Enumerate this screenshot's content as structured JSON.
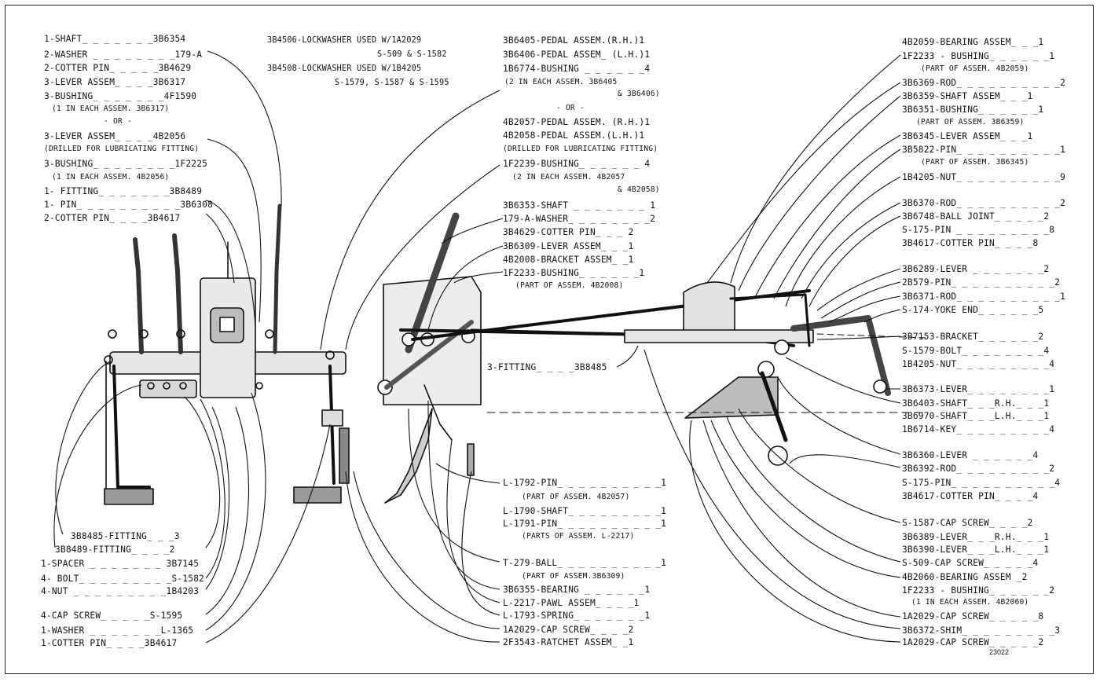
{
  "figure": {
    "number": "23022"
  },
  "notes": {
    "top_center": [
      "3B4506-LOCKWASHER USED W/1A2029",
      "S-509 & S-1582",
      "3B4508-LOCKWASHER USED W/1B4205",
      "S-1579, S-1587 & S-1595"
    ]
  },
  "callouts": {
    "left_top": [
      "1-SHAFT_ _ _ _ _ _ _3B6354",
      "2-WASHER _ _ _ _ _ _ _ _179-A",
      "2-COTTER PIN_ _ _ _ _3B4629",
      "3-LEVER ASSEM_ _ _ _3B6317",
      "3-BUSHING_ _ _ _ _ _ _4F1590",
      "(1 IN EACH ASSEM. 3B6317)",
      "- OR -",
      "3-LEVER ASSEM_ _ _ _4B2056",
      "(DRILLED FOR LUBRICATING FITTING)",
      "3-BUSHING_ _ _ _ _ _ _ _1F2225",
      "(1 IN EACH ASSEM. 4B2056)",
      "1- FITTING_ _ _ _ _ _ _3B8489",
      "1- PIN_ _ _ _ _ _ _ _ _ _3B6308",
      "2-COTTER PIN_ _ _ _3B4617"
    ],
    "left_bottom": [
      "3B8485-FITTING_ _ _3",
      "3B8489-FITTING_ _ _ _2",
      "1-SPACER _ _ _ _ _ _ _ 3B7145",
      "4- BOLT_ _ _ _ _ _ _ _ _S-1582",
      "4-NUT _ _ _ _ _ _ _ _ _1B4203",
      "4-CAP SCREW_ _ _ _ _S-1595",
      "1-WASHER _ _ _ _ _ _ _L-1365",
      "1-COTTER PIN_ _ _ _3B4617"
    ],
    "center_top": [
      "3B6405-PEDAL ASSEM.(R.H.)1",
      "3B6406-PEDAL ASSEM_ (L.H.)1",
      "1B6774-BUSHING _ _ _ _ _ _4",
      "(2 IN EACH ASSEM. 3B6405",
      "& 3B6406)",
      "- OR -",
      "4B2057-PEDAL ASSEM. (R.H.)1",
      "4B2058-PEDAL ASSEM.(L.H.)1",
      "(DRILLED FOR LUBRICATING FITTING)",
      "1F2239-BUSHING_ _ _ _ _ _ 4",
      "(2 IN EACH ASSEM. 4B2057",
      "& 4B2058)"
    ],
    "center_mid": [
      "3B6353-SHAFT _ _ _ _ _ _ _ 1",
      "179-A-WASHER_ _ _ _ _ _ _ _2",
      "3B4629-COTTER PIN_ _ _ 2",
      "3B6309-LEVER ASSEM_ _ _1",
      "4B2008-BRACKET ASSEM_ _1",
      "1F2233-BUSHING_ _ _ _ _ _1",
      "(PART OF ASSEM. 4B2008)"
    ],
    "center_fitting": "3-FITTING_ _ _ _3B8485",
    "center_bottom": [
      "L-1792-PIN_ _ _ _ _ _ _ _ _ _1",
      "(PART OF ASSEM. 4B2057)",
      "L-1790-SHAFT_ _ _ _ _ _ _ _ _1",
      "L-1791-PIN_ _ _ _ _ _ _ _ _ _1",
      "(PARTS OF ASSEM. L-2217)",
      "T-279-BALL_ _ _ _ _ _ _ _ _ _1",
      "(PART OF ASSEM.3B6309)",
      "3B6355-BEARING _ _ _ _ _ _1",
      "L-2217-PAWL ASSEM_ _ _ _1",
      "L-1793-SPRING_ _ _ _ _ _ _1",
      "1A2029-CAP SCREW_ _ _ _2",
      "2F3543-RATCHET ASSEM_ _1"
    ],
    "right": [
      "4B2059-BEARING ASSEM_ _ _1",
      "1F2233 - BUSHING_ _ _ _ _ _1",
      "(PART OF ASSEM. 4B2059)",
      "3B6369-ROD_ _ _ _ _ _ _ _ _ _2",
      "3B6359-SHAFT ASSEM_ _ _1",
      "3B6351-BUSHING_ _ _ _ _ _1",
      "(PART OF ASSEM. 3B6359)",
      "3B6345-LEVER ASSEM_ _ _1",
      "3B5822-PIN_ _ _ _ _ _ _ _ _ _1",
      "(PART OF ASSEM. 3B6345)",
      "1B4205-NUT_ _ _ _ _ _ _ _ _ _9",
      "3B6370-ROD_ _ _ _ _ _ _ _ _ _2",
      "3B6748-BALL JOINT_ _ _ _ _2",
      "S-175-PIN _ _ _ _ _ _ _ _ _8",
      "3B4617-COTTER PIN_ _ _ _8",
      "3B6289-LEVER _ _ _ _ _ _ _2",
      "2B579-PIN_ _ _ _ _ _ _ _ _ _2",
      "3B6371-ROD_ _ _ _ _ _ _ _ _ _1",
      "S-174-YOKE END_ _ _ _ _ _5",
      "3B7153-BRACKET_ _ _ _ _ _2",
      "S-1579-BOLT_ _ _ _ _ _ _ _4",
      "1B4205-NUT_ _ _ _ _ _ _ _ _4",
      "3B6373-LEVER_ _ _ _ _ _ _ _1",
      "3B6403-SHAFT_ _ _R.H._ _ _1",
      "3B6970-SHAFT_ _ _L.H._ _ _1",
      "1B6714-KEY_ _ _ _ _ _ _ _ _4",
      "3B6360-LEVER _ _ _ _ _ _4",
      "3B6392-ROD_ _ _ _ _ _ _ _ _2",
      "S-175-PIN_ _ _ _ _ _ _ _ _ _4",
      "3B4617-COTTER PIN_ _ _ _4",
      "S-1587-CAP SCREW_ _ _ _2",
      "3B6389-LEVER_ _ _R.H._ _ _1",
      "3B6390-LEVER_ _ _L.H._ _ _1",
      "S-509-CAP SCREW_ _ _ _ _4",
      "4B2060-BEARING ASSEM _2",
      "1F2233 - BUSHING_ _ _ _ _ _2",
      "(1 IN EACH ASSEM. 4B2060)",
      "1A2029-CAP SCREW_ _ _ _ _8",
      "3B6372-SHIM_ _ _ _ _ _ _ _ _3",
      "1A2029-CAP SCREW_ _ _ _ _2"
    ]
  }
}
